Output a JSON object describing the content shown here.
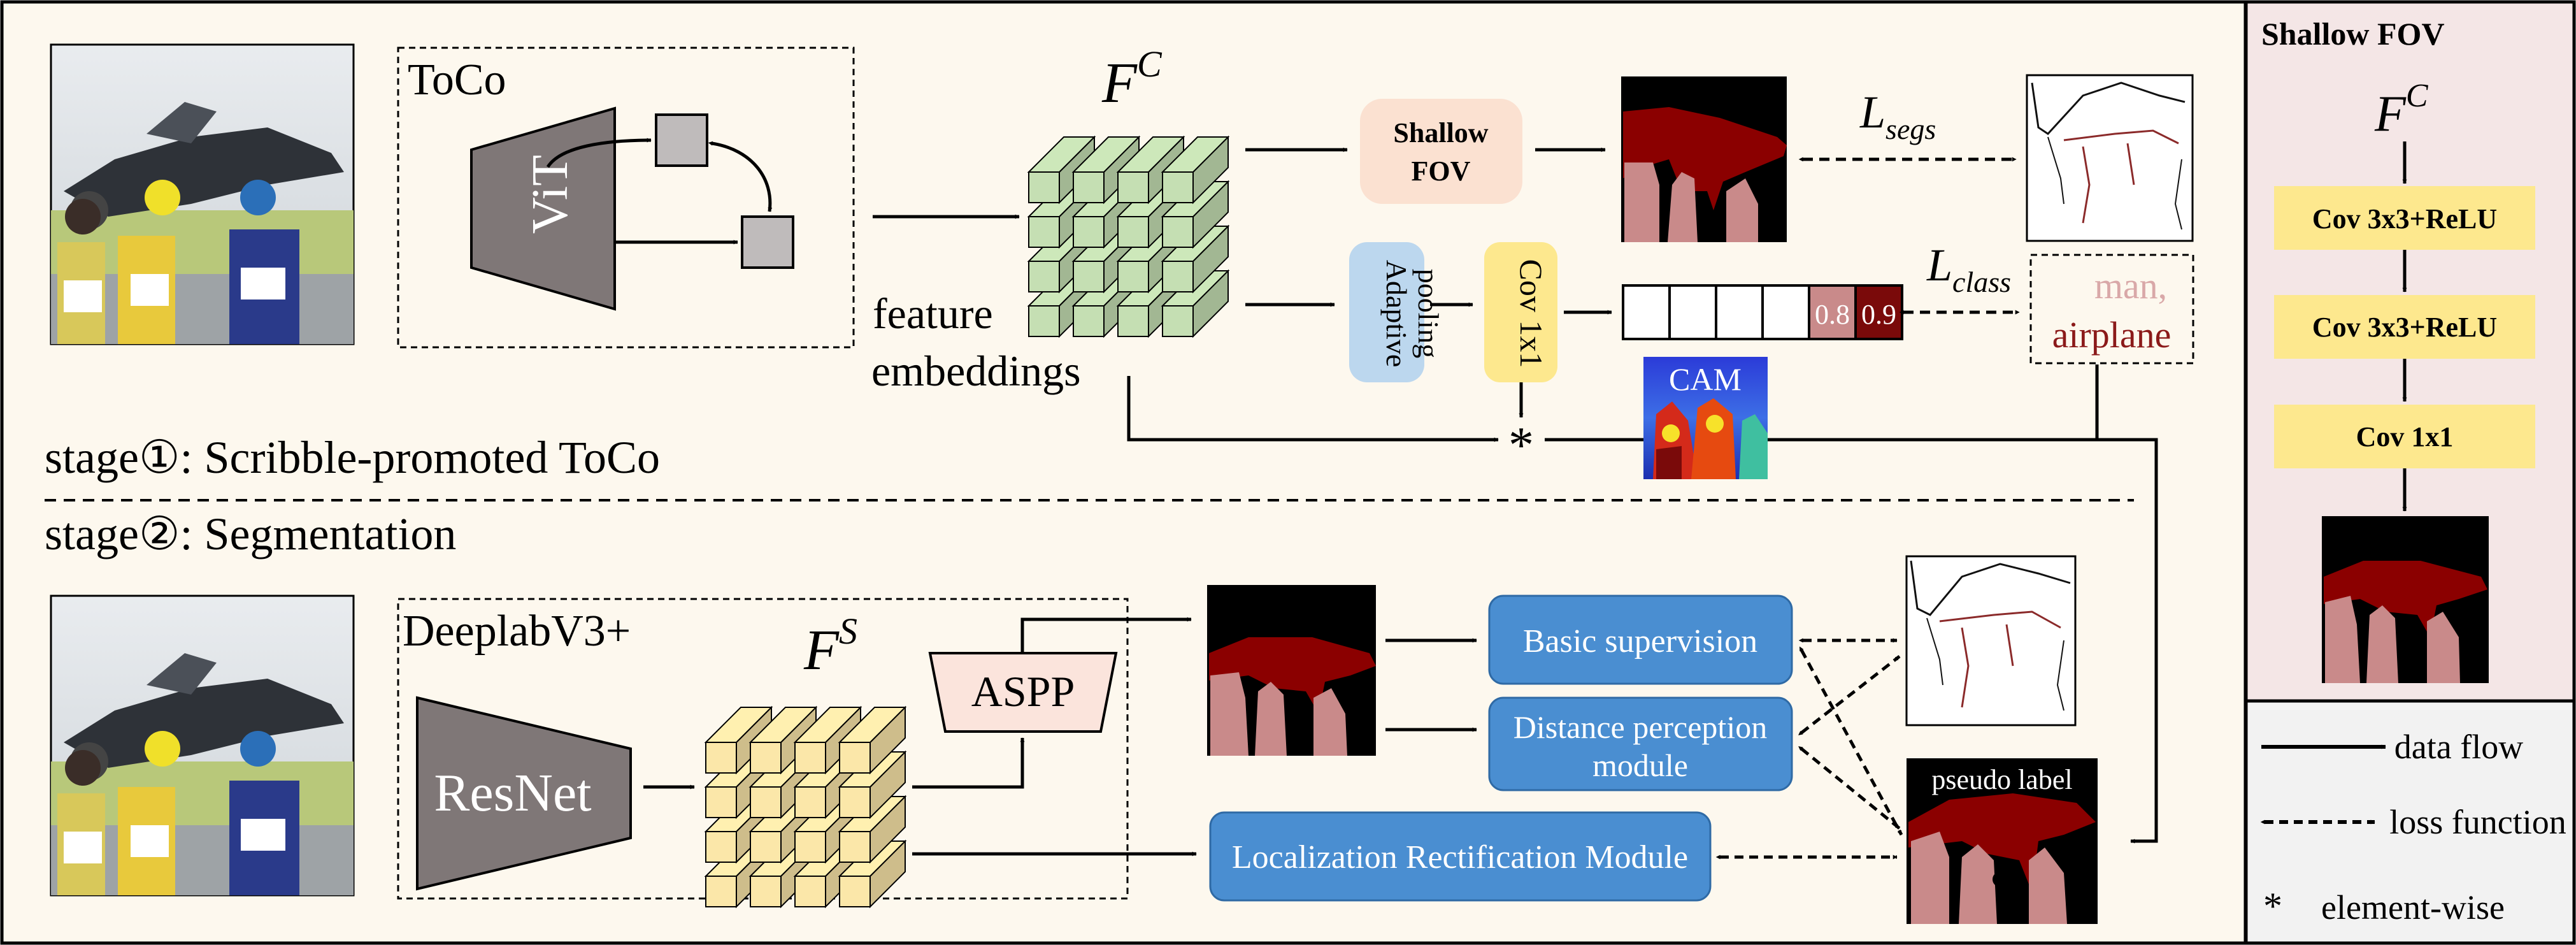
{
  "main": {
    "toco": {
      "title": "ToCo",
      "vit": "ViT"
    },
    "features": {
      "fc": {
        "base": "F",
        "sup": "C"
      },
      "fs": {
        "base": "F",
        "sup": "S"
      },
      "feature_label_1": "feature",
      "feature_label_2": "embeddings"
    },
    "shallow_fov_box": {
      "line1": "Shallow",
      "line2": "FOV"
    },
    "adaptive_pooling": {
      "line1": "Adaptive",
      "line2": "pooling"
    },
    "cov_1x1_vertical": "Cov 1x1",
    "class_scores": [
      "",
      "",
      "",
      "",
      "0.8",
      "0.9"
    ],
    "class_labels": {
      "man": "man,",
      "airplane": "airplane"
    },
    "losses": {
      "segs": {
        "base": "L",
        "sub": "segs"
      },
      "class": {
        "base": "L",
        "sub": "class"
      }
    },
    "cam_label": "CAM",
    "elementwise_symbol": "*",
    "stage1": "stage①: Scribble-promoted ToCo",
    "stage2": "stage②: Segmentation",
    "deeplab": {
      "title": "DeeplabV3+",
      "resnet": "ResNet",
      "aspp": "ASPP"
    },
    "modules": {
      "basic_supervision": "Basic supervision",
      "distance_perception_1": "Distance perception",
      "distance_perception_2": "module",
      "lrm": "Localization Rectification Module"
    },
    "pseudo_label": "pseudo label"
  },
  "sidebar": {
    "title": "Shallow FOV",
    "fc": {
      "base": "F",
      "sup": "C"
    },
    "layers": [
      "Cov 3x3+ReLU",
      "Cov 3x3+ReLU",
      "Cov 1x1"
    ]
  },
  "legend": {
    "data_flow": "data flow",
    "loss_function": "loss function",
    "element_wise_symbol": "*",
    "element_wise": "element-wise"
  },
  "colors": {
    "background": "#fdf8ee",
    "sidebar_background": "#f4e6e6",
    "legend_background": "#f2f2f2",
    "green_cube": "#c5dfb3",
    "yellow_cube": "#fbe7a9",
    "module_blue": "#4a8ed1",
    "shallow_fov_box": "#fbe1d1",
    "adaptive_pooling_box": "#bcd7ee",
    "cov_box": "#fde88e",
    "gray_trapezoid": "#7f7777",
    "aspp_box": "#fbe4dc",
    "mask_red": "#8b0000",
    "mask_pink": "#c98a8a"
  }
}
